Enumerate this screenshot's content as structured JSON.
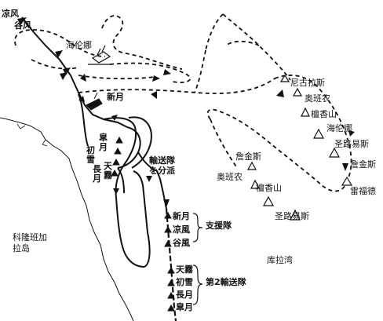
{
  "japanese_ships": {
    "suzukaze": "凉风",
    "tanikaze": "谷风",
    "niizuki": "新月",
    "satsuki": "皐月",
    "hatsuyuki": "初雪",
    "nagatsuki": "長月",
    "amagiri": "天霧"
  },
  "us_ships": {
    "helena_sunk": "海伦娜",
    "nicholas": "尼古拉斯",
    "o_bannon": "奥班农",
    "jenkins": "詹金斯",
    "honolulu": "檀香山",
    "helena": "海伦娜",
    "st_louis": "圣路易斯",
    "radford": "雷福德"
  },
  "places": {
    "kolombangara": "科隆班加\n拉岛",
    "kula_gulf": "库拉湾"
  },
  "annotations": {
    "transport_split": "輸送隊\nを分派",
    "support_group": "支援隊",
    "support_ships": [
      "新月",
      "凉風",
      "谷風"
    ],
    "transport_group_2": "第2輸送隊",
    "transport_ships": [
      "天霧",
      "初雪",
      "長月",
      "皐月"
    ]
  },
  "colors": {
    "ink": "#111111",
    "paper": "#ffffff"
  }
}
